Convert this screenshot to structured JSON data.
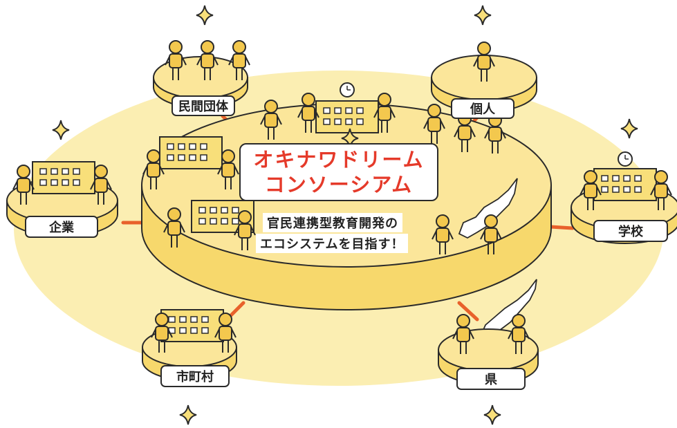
{
  "title": {
    "line1": "オキナワドリーム",
    "line2": "コンソーシアム"
  },
  "subtitle": {
    "line1": "官民連携型教育開発の",
    "line2": "エコシステムを目指す！"
  },
  "stakeholders": {
    "private_groups": "民間団体",
    "individual": "個人",
    "company": "企業",
    "school": "学校",
    "municipality": "市町村",
    "prefecture": "県"
  },
  "colors": {
    "ground": "#fbeeb2",
    "platform": "#f7d86c",
    "platform_top": "#fbe69a",
    "connector": "#e8612b",
    "title_text": "#e53a2a",
    "outline": "#2a2a2a",
    "figure": "#f3c84e"
  }
}
